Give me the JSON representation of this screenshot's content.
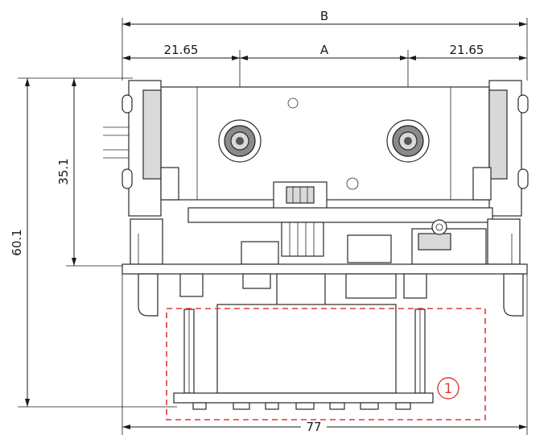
{
  "dimensions": {
    "overall_width_top": "B",
    "left_offset": "21.65",
    "center_spacing": "A",
    "right_offset": "21.65",
    "total_height": "60.1",
    "upper_height": "35.1",
    "bottom_width": "77"
  },
  "callout": {
    "number": "1",
    "color": "#e03a3a"
  },
  "colors": {
    "line": "#1a1a1a",
    "callout": "#e03a3a"
  }
}
